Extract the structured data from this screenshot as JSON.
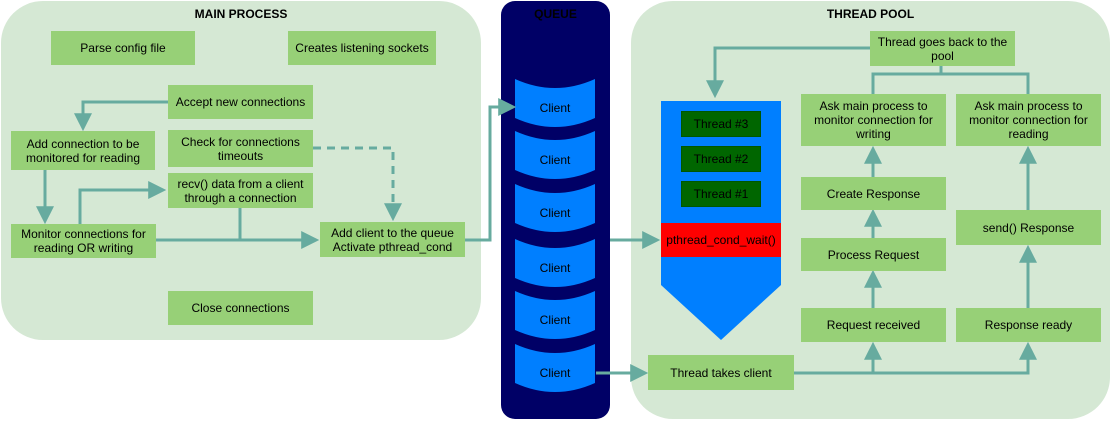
{
  "main_process": {
    "title": "MAIN PROCESS",
    "parse_config": "Parse config file",
    "create_sockets": "Creates listening sockets",
    "accept": "Accept new connections",
    "add_connection": "Add connection to be\nmonitored for reading",
    "check_timeouts": "Check for connections\ntimeouts",
    "recv": "recv() data from a client\nthrough a connection",
    "monitor": "Monitor connections for\nreading OR writing",
    "add_client": "Add client to the queue\nActivate pthread_cond",
    "close": "Close connections"
  },
  "queue": {
    "title": "QUEUE",
    "clients": [
      "Client",
      "Client",
      "Client",
      "Client",
      "Client",
      "Client"
    ]
  },
  "thread_pool": {
    "title": "THREAD POOL",
    "goes_back": "Thread goes back to the\npool",
    "threads": [
      "Thread #3",
      "Thread #2",
      "Thread #1"
    ],
    "cond_wait": "pthread_cond_wait()",
    "ask_writing": "Ask main process to\nmonitor connection for\nwriting",
    "ask_reading": "Ask main process to\nmonitor connection for\nreading",
    "create_response": "Create Response",
    "process_request": "Process Request",
    "request_received": "Request received",
    "send_response": "send() Response",
    "response_ready": "Response ready",
    "takes_client": "Thread takes client"
  },
  "colors": {
    "panel": "#d5e8d4",
    "box": "#97d077",
    "arrow": "#67ab9f",
    "queue": "#000066",
    "client": "#007fff",
    "thread": "#006600",
    "wait": "#ff0000"
  }
}
